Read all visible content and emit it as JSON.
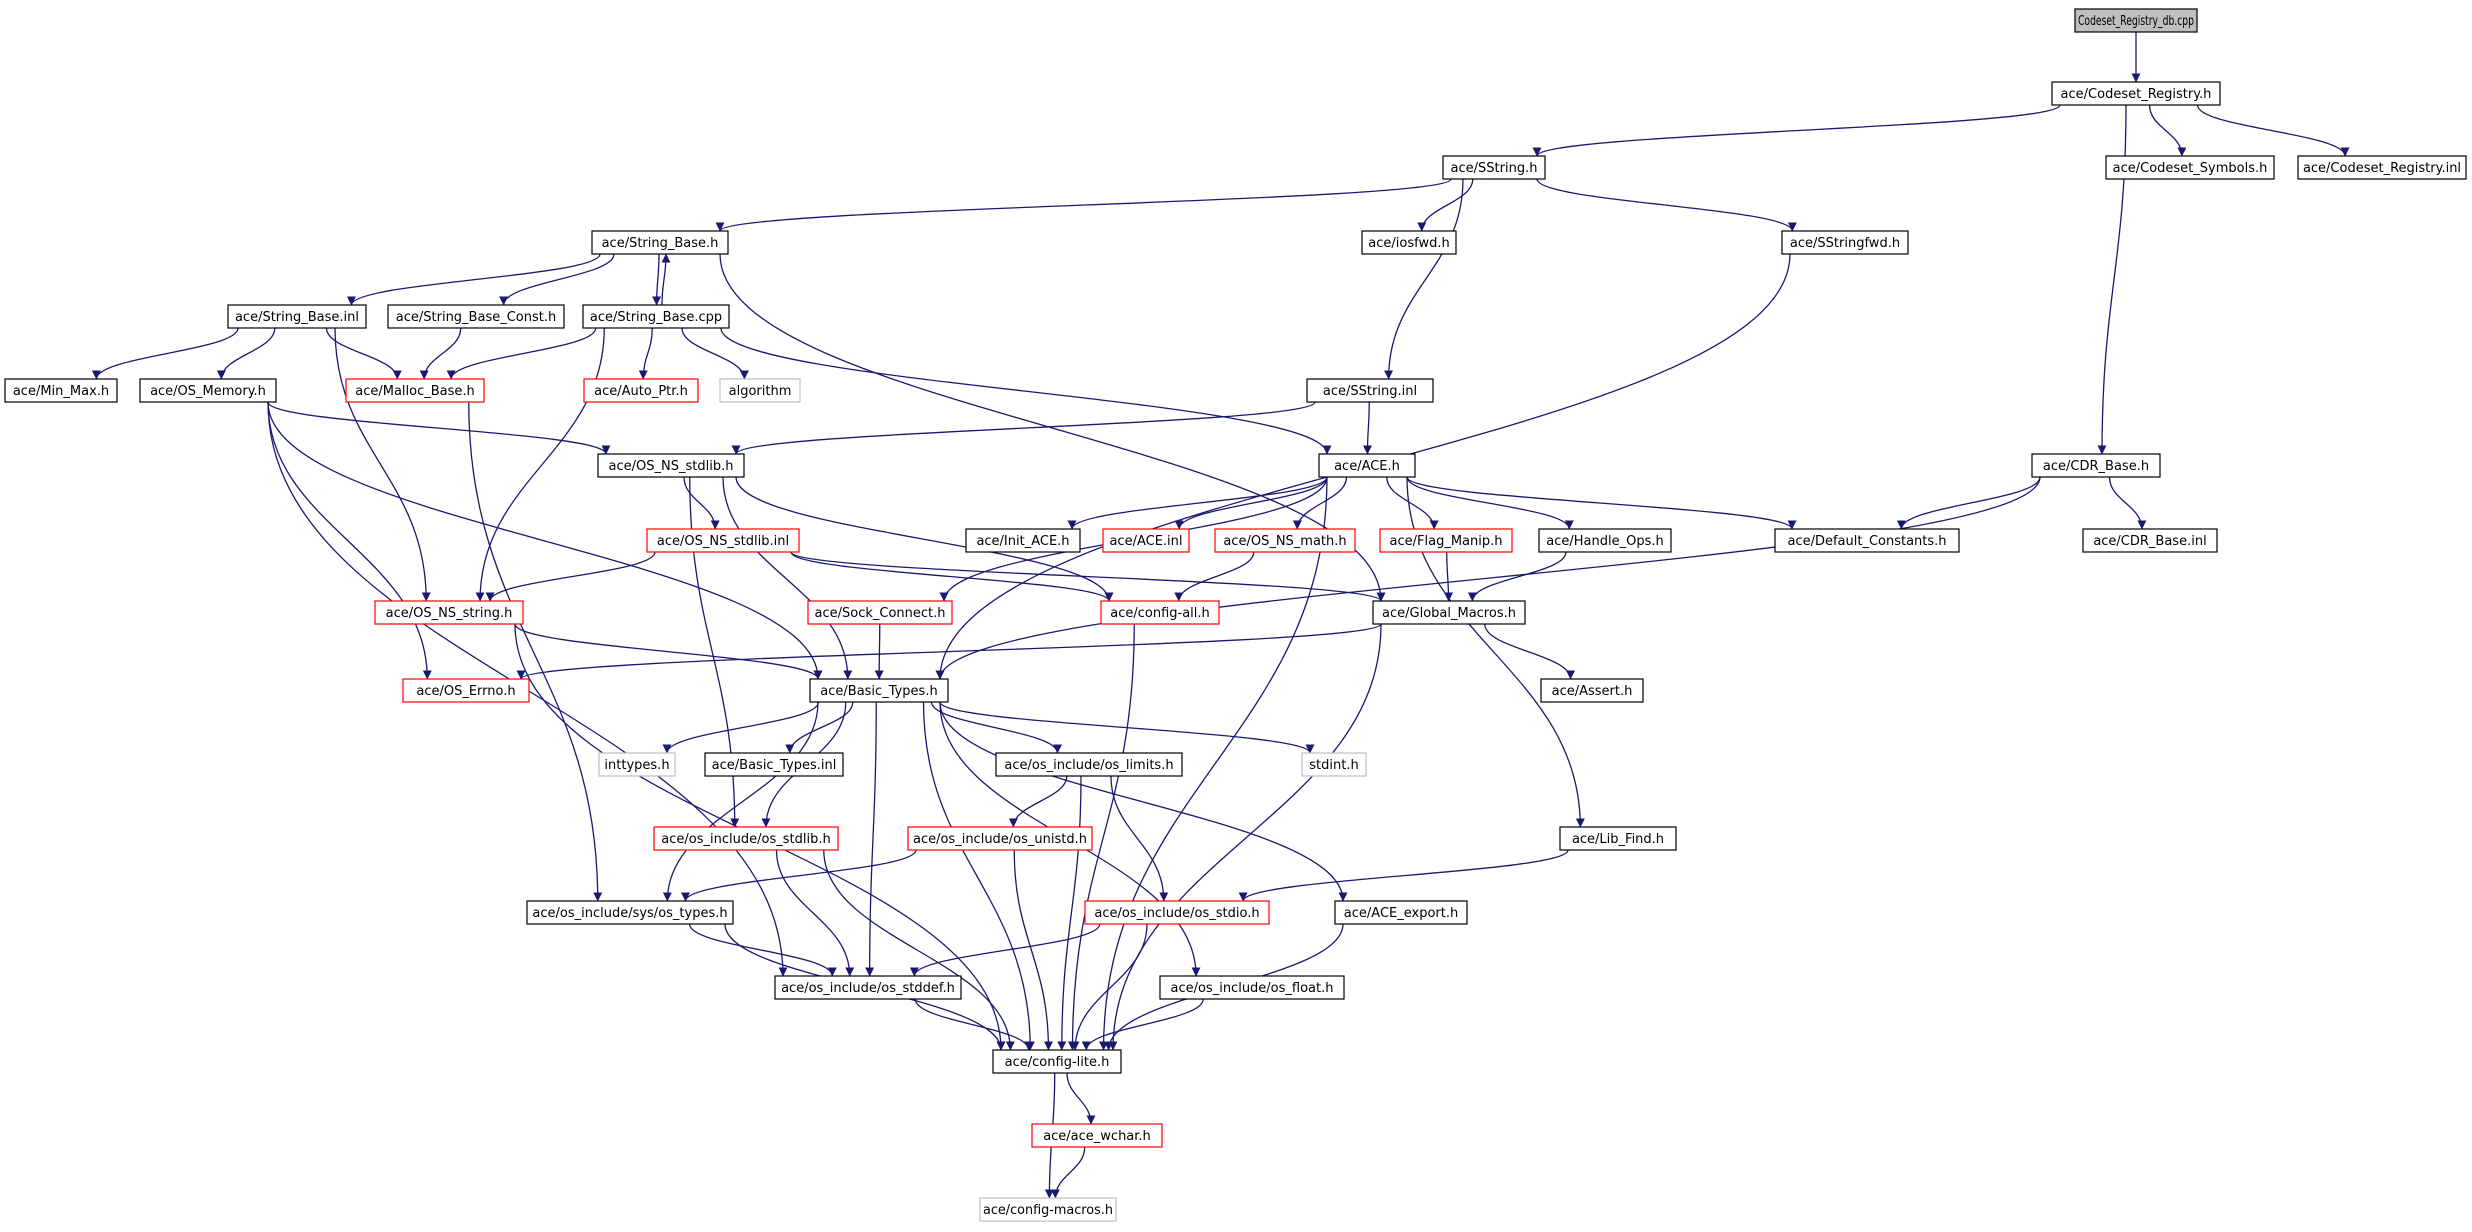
{
  "diagram": {
    "colors": {
      "edge": "#191970",
      "text": "#000000",
      "border_normal": "#000000",
      "border_truncated": "#ff0000",
      "border_missing": "#bfbfbf",
      "root_fill": "#bfbfbf"
    },
    "nodes": [
      {
        "id": "root",
        "label": "Codeset_Registry_db.cpp",
        "kind": "root"
      },
      {
        "id": "codeset_registry_h",
        "label": "ace/Codeset_Registry.h",
        "kind": "normal"
      },
      {
        "id": "sstring_h",
        "label": "ace/SString.h",
        "kind": "normal"
      },
      {
        "id": "codeset_symbols_h",
        "label": "ace/Codeset_Symbols.h",
        "kind": "normal"
      },
      {
        "id": "codeset_registry_inl",
        "label": "ace/Codeset_Registry.inl",
        "kind": "normal"
      },
      {
        "id": "string_base_h",
        "label": "ace/String_Base.h",
        "kind": "normal"
      },
      {
        "id": "iosfwd_h",
        "label": "ace/iosfwd.h",
        "kind": "normal"
      },
      {
        "id": "sstringfwd_h",
        "label": "ace/SStringfwd.h",
        "kind": "normal"
      },
      {
        "id": "string_base_inl",
        "label": "ace/String_Base.inl",
        "kind": "normal"
      },
      {
        "id": "string_base_const_h",
        "label": "ace/String_Base_Const.h",
        "kind": "normal"
      },
      {
        "id": "string_base_cpp",
        "label": "ace/String_Base.cpp",
        "kind": "normal"
      },
      {
        "id": "min_max_h",
        "label": "ace/Min_Max.h",
        "kind": "normal"
      },
      {
        "id": "os_memory_h",
        "label": "ace/OS_Memory.h",
        "kind": "normal"
      },
      {
        "id": "malloc_base_h",
        "label": "ace/Malloc_Base.h",
        "kind": "truncated"
      },
      {
        "id": "auto_ptr_h",
        "label": "ace/Auto_Ptr.h",
        "kind": "truncated"
      },
      {
        "id": "algorithm",
        "label": "algorithm",
        "kind": "missing"
      },
      {
        "id": "sstring_inl",
        "label": "ace/SString.inl",
        "kind": "normal"
      },
      {
        "id": "os_ns_stdlib_h",
        "label": "ace/OS_NS_stdlib.h",
        "kind": "normal"
      },
      {
        "id": "ace_h",
        "label": "ace/ACE.h",
        "kind": "normal"
      },
      {
        "id": "cdr_base_h",
        "label": "ace/CDR_Base.h",
        "kind": "normal"
      },
      {
        "id": "os_ns_stdlib_inl",
        "label": "ace/OS_NS_stdlib.inl",
        "kind": "truncated"
      },
      {
        "id": "init_ace_h",
        "label": "ace/Init_ACE.h",
        "kind": "normal"
      },
      {
        "id": "ace_inl",
        "label": "ace/ACE.inl",
        "kind": "truncated"
      },
      {
        "id": "os_ns_math_h",
        "label": "ace/OS_NS_math.h",
        "kind": "truncated"
      },
      {
        "id": "flag_manip_h",
        "label": "ace/Flag_Manip.h",
        "kind": "truncated"
      },
      {
        "id": "handle_ops_h",
        "label": "ace/Handle_Ops.h",
        "kind": "normal"
      },
      {
        "id": "default_constants_h",
        "label": "ace/Default_Constants.h",
        "kind": "normal"
      },
      {
        "id": "cdr_base_inl",
        "label": "ace/CDR_Base.inl",
        "kind": "normal"
      },
      {
        "id": "os_ns_string_h",
        "label": "ace/OS_NS_string.h",
        "kind": "truncated"
      },
      {
        "id": "sock_connect_h",
        "label": "ace/Sock_Connect.h",
        "kind": "truncated"
      },
      {
        "id": "config_all_h",
        "label": "ace/config-all.h",
        "kind": "truncated"
      },
      {
        "id": "global_macros_h",
        "label": "ace/Global_Macros.h",
        "kind": "normal"
      },
      {
        "id": "os_errno_h",
        "label": "ace/OS_Errno.h",
        "kind": "truncated"
      },
      {
        "id": "basic_types_h",
        "label": "ace/Basic_Types.h",
        "kind": "normal"
      },
      {
        "id": "assert_h",
        "label": "ace/Assert.h",
        "kind": "normal"
      },
      {
        "id": "inttypes_h",
        "label": "inttypes.h",
        "kind": "missing"
      },
      {
        "id": "basic_types_inl",
        "label": "ace/Basic_Types.inl",
        "kind": "normal"
      },
      {
        "id": "os_limits_h",
        "label": "ace/os_include/os_limits.h",
        "kind": "normal"
      },
      {
        "id": "stdint_h",
        "label": "stdint.h",
        "kind": "missing"
      },
      {
        "id": "os_stdlib_h",
        "label": "ace/os_include/os_stdlib.h",
        "kind": "truncated"
      },
      {
        "id": "os_unistd_h",
        "label": "ace/os_include/os_unistd.h",
        "kind": "truncated"
      },
      {
        "id": "lib_find_h",
        "label": "ace/Lib_Find.h",
        "kind": "normal"
      },
      {
        "id": "sys_os_types_h",
        "label": "ace/os_include/sys/os_types.h",
        "kind": "normal"
      },
      {
        "id": "os_stdio_h",
        "label": "ace/os_include/os_stdio.h",
        "kind": "truncated"
      },
      {
        "id": "ace_export_h",
        "label": "ace/ACE_export.h",
        "kind": "normal"
      },
      {
        "id": "os_stddef_h",
        "label": "ace/os_include/os_stddef.h",
        "kind": "normal"
      },
      {
        "id": "os_float_h",
        "label": "ace/os_include/os_float.h",
        "kind": "normal"
      },
      {
        "id": "config_lite_h",
        "label": "ace/config-lite.h",
        "kind": "normal"
      },
      {
        "id": "ace_wchar_h",
        "label": "ace/ace_wchar.h",
        "kind": "truncated"
      },
      {
        "id": "config_macros_h",
        "label": "ace/config-macros.h",
        "kind": "missing"
      }
    ],
    "edges": [
      [
        "root",
        "codeset_registry_h"
      ],
      [
        "codeset_registry_h",
        "sstring_h"
      ],
      [
        "codeset_registry_h",
        "codeset_symbols_h"
      ],
      [
        "codeset_registry_h",
        "codeset_registry_inl"
      ],
      [
        "codeset_registry_h",
        "cdr_base_h"
      ],
      [
        "sstring_h",
        "string_base_h"
      ],
      [
        "sstring_h",
        "iosfwd_h"
      ],
      [
        "sstring_h",
        "sstringfwd_h"
      ],
      [
        "sstring_h",
        "sstring_inl"
      ],
      [
        "sstringfwd_h",
        "basic_types_h"
      ],
      [
        "string_base_h",
        "string_base_inl"
      ],
      [
        "string_base_h",
        "string_base_const_h"
      ],
      [
        "string_base_h",
        "string_base_cpp"
      ],
      [
        "string_base_h",
        "global_macros_h"
      ],
      [
        "string_base_cpp",
        "string_base_h"
      ],
      [
        "string_base_cpp",
        "malloc_base_h"
      ],
      [
        "string_base_cpp",
        "auto_ptr_h"
      ],
      [
        "string_base_cpp",
        "algorithm"
      ],
      [
        "string_base_cpp",
        "ace_h"
      ],
      [
        "string_base_cpp",
        "os_ns_string_h"
      ],
      [
        "string_base_inl",
        "min_max_h"
      ],
      [
        "string_base_inl",
        "os_memory_h"
      ],
      [
        "string_base_inl",
        "malloc_base_h"
      ],
      [
        "string_base_inl",
        "os_ns_string_h"
      ],
      [
        "string_base_const_h",
        "malloc_base_h"
      ],
      [
        "malloc_base_h",
        "sys_os_types_h"
      ],
      [
        "os_memory_h",
        "os_ns_stdlib_h"
      ],
      [
        "os_memory_h",
        "os_errno_h"
      ],
      [
        "os_memory_h",
        "basic_types_h"
      ],
      [
        "os_memory_h",
        "os_stddef_h"
      ],
      [
        "sstring_inl",
        "ace_h"
      ],
      [
        "sstring_inl",
        "os_ns_stdlib_h"
      ],
      [
        "os_ns_stdlib_h",
        "os_ns_stdlib_inl"
      ],
      [
        "os_ns_stdlib_h",
        "basic_types_h"
      ],
      [
        "os_ns_stdlib_h",
        "config_all_h"
      ],
      [
        "os_ns_stdlib_h",
        "os_stdlib_h"
      ],
      [
        "os_ns_stdlib_inl",
        "os_ns_string_h"
      ],
      [
        "os_ns_stdlib_inl",
        "config_all_h"
      ],
      [
        "os_ns_stdlib_inl",
        "global_macros_h"
      ],
      [
        "ace_h",
        "init_ace_h"
      ],
      [
        "ace_h",
        "ace_inl"
      ],
      [
        "ace_h",
        "os_ns_math_h"
      ],
      [
        "ace_h",
        "flag_manip_h"
      ],
      [
        "ace_h",
        "handle_ops_h"
      ],
      [
        "ace_h",
        "default_constants_h"
      ],
      [
        "ace_h",
        "sock_connect_h"
      ],
      [
        "ace_h",
        "lib_find_h"
      ],
      [
        "ace_h",
        "config_lite_h"
      ],
      [
        "cdr_base_h",
        "default_constants_h"
      ],
      [
        "cdr_base_h",
        "cdr_base_inl"
      ],
      [
        "cdr_base_h",
        "basic_types_h"
      ],
      [
        "os_ns_math_h",
        "config_all_h"
      ],
      [
        "flag_manip_h",
        "global_macros_h"
      ],
      [
        "handle_ops_h",
        "global_macros_h"
      ],
      [
        "sock_connect_h",
        "basic_types_h"
      ],
      [
        "os_ns_string_h",
        "basic_types_h"
      ],
      [
        "os_ns_string_h",
        "config_lite_h"
      ],
      [
        "config_all_h",
        "config_lite_h"
      ],
      [
        "global_macros_h",
        "os_errno_h"
      ],
      [
        "global_macros_h",
        "assert_h"
      ],
      [
        "global_macros_h",
        "config_lite_h"
      ],
      [
        "basic_types_h",
        "inttypes_h"
      ],
      [
        "basic_types_h",
        "basic_types_inl"
      ],
      [
        "basic_types_h",
        "os_limits_h"
      ],
      [
        "basic_types_h",
        "stdint_h"
      ],
      [
        "basic_types_h",
        "os_stdlib_h"
      ],
      [
        "basic_types_h",
        "sys_os_types_h"
      ],
      [
        "basic_types_h",
        "os_stddef_h"
      ],
      [
        "basic_types_h",
        "os_float_h"
      ],
      [
        "basic_types_h",
        "ace_export_h"
      ],
      [
        "basic_types_h",
        "config_lite_h"
      ],
      [
        "os_limits_h",
        "os_unistd_h"
      ],
      [
        "os_limits_h",
        "os_stdio_h"
      ],
      [
        "os_limits_h",
        "config_lite_h"
      ],
      [
        "os_stdlib_h",
        "os_stddef_h"
      ],
      [
        "os_stdlib_h",
        "config_lite_h"
      ],
      [
        "os_unistd_h",
        "sys_os_types_h"
      ],
      [
        "os_unistd_h",
        "config_lite_h"
      ],
      [
        "lib_find_h",
        "os_stdio_h"
      ],
      [
        "os_stdio_h",
        "os_stddef_h"
      ],
      [
        "os_stdio_h",
        "config_lite_h"
      ],
      [
        "sys_os_types_h",
        "os_stddef_h"
      ],
      [
        "sys_os_types_h",
        "config_lite_h"
      ],
      [
        "ace_export_h",
        "config_lite_h"
      ],
      [
        "os_stddef_h",
        "config_lite_h"
      ],
      [
        "os_float_h",
        "config_lite_h"
      ],
      [
        "config_lite_h",
        "ace_wchar_h"
      ],
      [
        "config_lite_h",
        "config_macros_h"
      ],
      [
        "ace_wchar_h",
        "config_macros_h"
      ]
    ]
  }
}
